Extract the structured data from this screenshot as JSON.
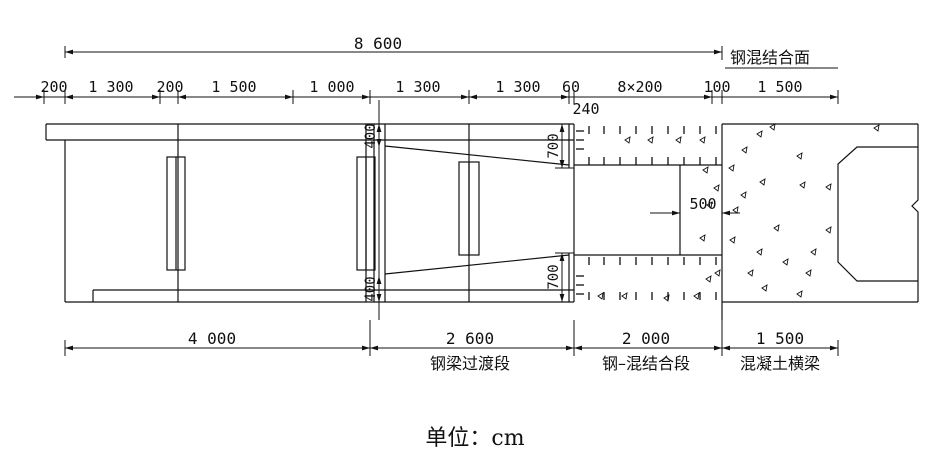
{
  "diagram": {
    "dims_top_total": {
      "value": "8 600"
    },
    "top_segments": [
      "200",
      "1 300",
      "200",
      "1 500",
      "1 000",
      "1 300",
      "1 300",
      "60",
      "8×200",
      "100",
      "1 500"
    ],
    "top_sub_240": "240",
    "interface_label": "钢混结合面",
    "vertical_dims": {
      "v400_top": "400",
      "v400_bottom": "400",
      "v700_top": "700",
      "v700_bottom": "700"
    },
    "mid_dim_500": "500",
    "bottom_segments": [
      {
        "value": "4 000",
        "label": ""
      },
      {
        "value": "2 600",
        "label": "钢梁过渡段"
      },
      {
        "value": "2 000",
        "label": "钢–混结合段"
      },
      {
        "value": "1 500",
        "label": "混凝土横梁"
      }
    ],
    "unit_text": "单位：cm"
  }
}
